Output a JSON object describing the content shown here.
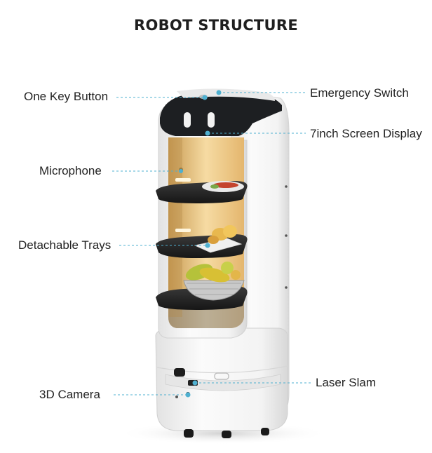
{
  "title": "ROBOT STRUCTURE",
  "colors": {
    "leader_line": "#4fb0d0",
    "body_white": "#f4f4f4",
    "shell_shadow": "#cfcfcf",
    "head_dark": "#1d1f22",
    "interior_glow": "#f2cf8c",
    "tray": "#2a2a2a",
    "label_text": "#222222"
  },
  "labels": {
    "one_key_button": "One Key Button",
    "emergency_switch": "Emergency Switch",
    "screen_display": "7inch Screen Display",
    "microphone": "Microphone",
    "detachable_trays": "Detachable Trays",
    "laser_slam": "Laser Slam",
    "camera_3d": "3D Camera"
  }
}
